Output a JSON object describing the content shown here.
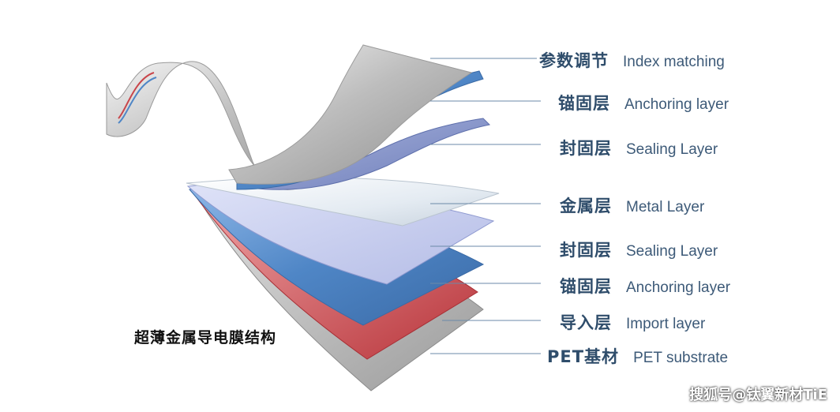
{
  "diagram": {
    "caption": "超薄金属导电膜结构",
    "layers": [
      {
        "zh": "参数调节",
        "en": "Index matching"
      },
      {
        "zh": "锚固层",
        "en": "Anchoring layer"
      },
      {
        "zh": "封固层",
        "en": "Sealing Layer"
      },
      {
        "zh": "金属层",
        "en": "Metal Layer"
      },
      {
        "zh": "封固层",
        "en": "Sealing Layer"
      },
      {
        "zh": "锚固层",
        "en": "Anchoring layer"
      },
      {
        "zh": "导入层",
        "en": "Import layer"
      },
      {
        "zh": "PET基材",
        "en": "PET substrate"
      }
    ]
  },
  "watermark": "搜狐号@钛翼新材TiE",
  "colors": {
    "label_zh": "#2f4d6b",
    "label_en": "#3d5a78",
    "leader_line": "#6b8aa8",
    "index_matching": "#b8b8b8",
    "anchoring": "#4f86c6",
    "sealing": "#7f8fc4",
    "metal": "#e6ecf2",
    "import": "#c9454a",
    "pet": "#a9a9a9"
  }
}
